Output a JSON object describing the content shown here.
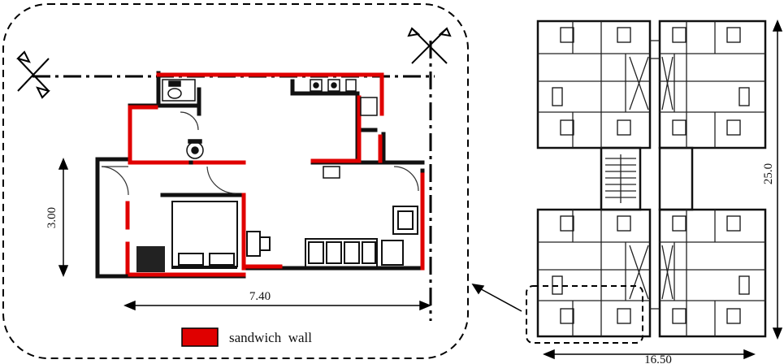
{
  "diagram": {
    "dimensions": {
      "unit_width": "7.40",
      "unit_depth": "3.00",
      "building_width": "16.50",
      "building_depth": "25.0"
    },
    "legend": {
      "label": "sandwich  wall",
      "color": "#e00000"
    },
    "colors": {
      "sandwich_wall": "#e00000",
      "regular_wall": "#111111",
      "outline": "#000000"
    },
    "icons": [
      "wind-vane-icon",
      "zoom-arrow-icon"
    ]
  }
}
